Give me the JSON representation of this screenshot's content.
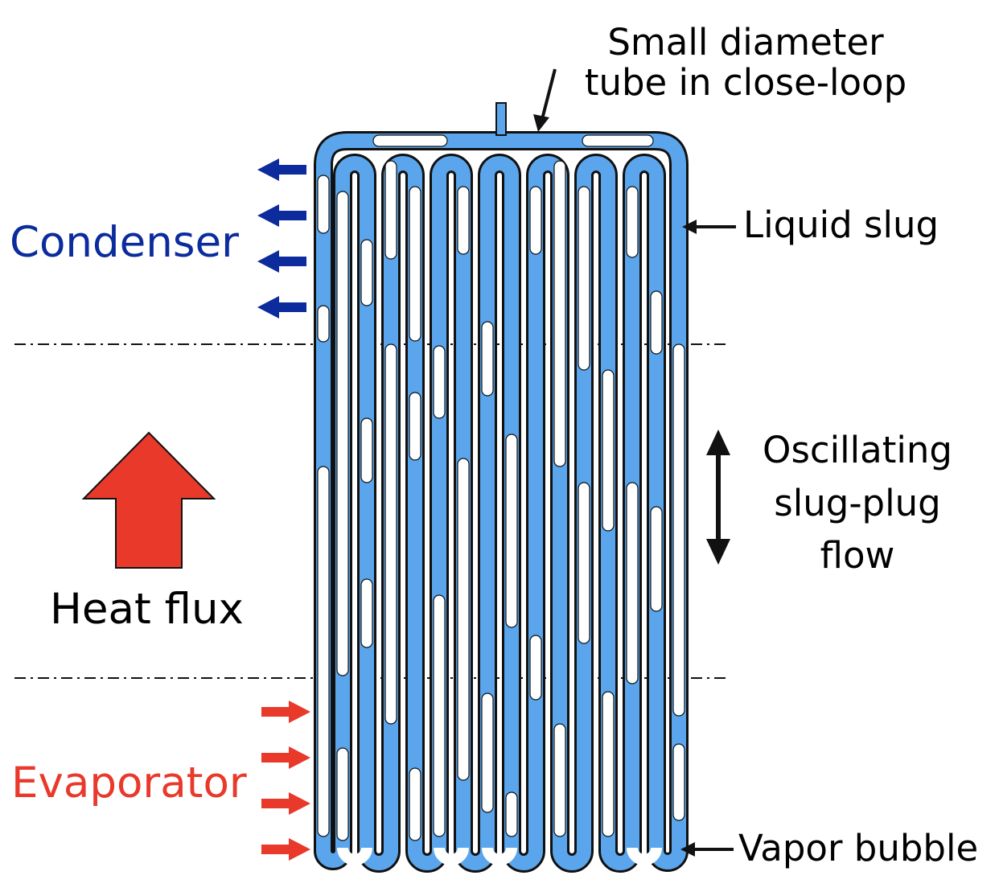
{
  "labels": {
    "condenser": "Condenser",
    "evaporator": "Evaporator",
    "heat_flux": "Heat flux",
    "small_tube_line1": "Small diameter",
    "small_tube_line2": "tube in close-loop",
    "liquid_slug": "Liquid slug",
    "vapor_bubble": "Vapor bubble",
    "oscillating_line1": "Oscillating",
    "oscillating_line2": "slug-plug",
    "oscillating_line3": "flow"
  },
  "colors": {
    "liquid": "#5aa5ec",
    "vapor": "#ffffff",
    "outline": "#111111",
    "condenser": "#0c2b9c",
    "evaporator": "#e8392b",
    "heat_arrow": "#e8392b",
    "text": "#000000"
  },
  "icons": {
    "condenser_arrows": "arrow-left-icon",
    "evaporator_arrows": "arrow-right-icon",
    "heat_flux": "big-arrow-up-icon",
    "oscillation": "double-arrow-vertical-icon"
  }
}
